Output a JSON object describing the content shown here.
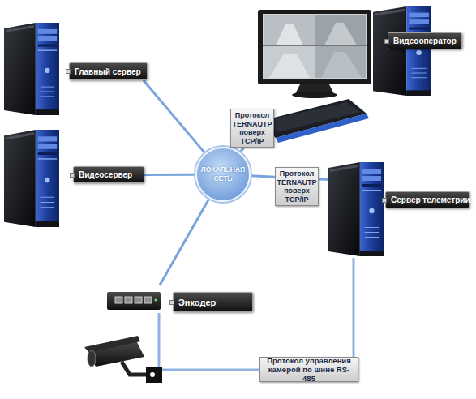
{
  "diagram": {
    "nodes": [
      {
        "text": [
          "Видеооператор"
        ]
      },
      {
        "text": [
          "Главный сервер"
        ]
      },
      {
        "text": [
          "Видеосервер"
        ]
      },
      {
        "text": [
          "ЛОКАЛЬНАЯ СЕТЬ"
        ]
      },
      {
        "text": [
          "Сервер телеметрии"
        ]
      },
      {
        "text": [
          "Энкодер"
        ]
      },
      {
        "text": [
          "Протокол управления камерой по шине RS-485"
        ]
      }
    ],
    "edges": [
      {
        "from": 1,
        "to": 3,
        "arrow": "none"
      },
      {
        "from": 2,
        "to": 3,
        "arrow": "none"
      },
      {
        "from": 3,
        "to": 0,
        "label": "Протокол TERNAUTP поверх TCP/IP",
        "arrow": "none"
      },
      {
        "from": 3,
        "to": 4,
        "label": "Протокол TERNAUTP поверх TCP/IP",
        "arrow": "none"
      },
      {
        "from": 3,
        "to": 5,
        "arrow": "none"
      }
    ]
  }
}
